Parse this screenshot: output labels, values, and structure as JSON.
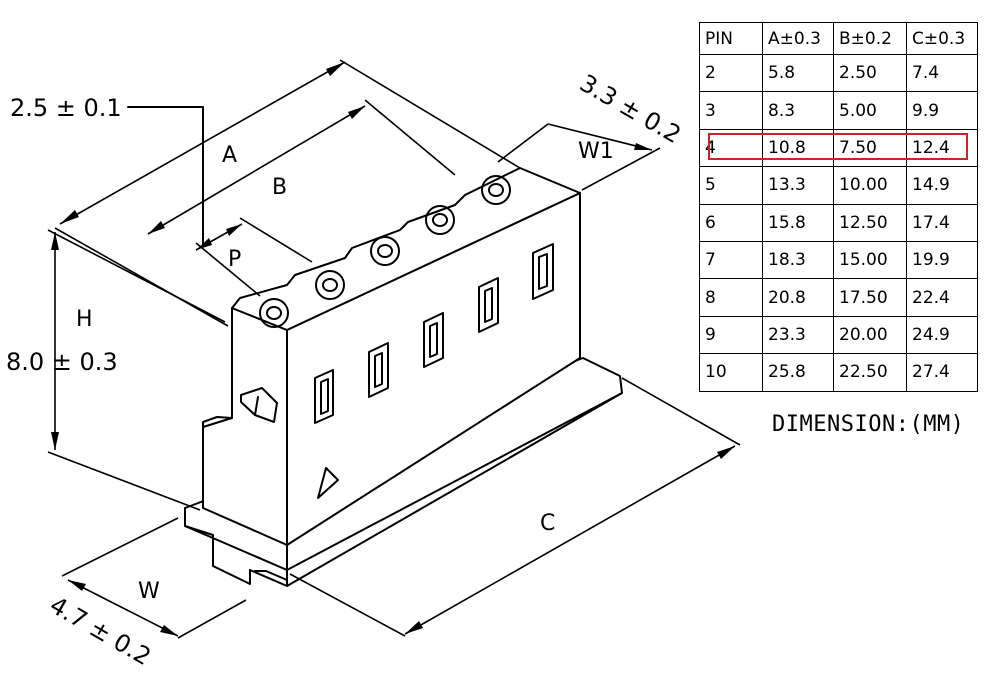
{
  "drawing": {
    "labels": {
      "A": "A",
      "B": "B",
      "P": "P",
      "H": "H",
      "W": "W",
      "W1": "W1",
      "C": "C",
      "pitch": "2.5 ± 0.1",
      "height": "8.0 ± 0.3",
      "width": "4.7 ± 0.2",
      "top_width": "3.3 ± 0.2"
    }
  },
  "table": {
    "headers": [
      "PIN",
      "A±0.3",
      "B±0.2",
      "C±0.3"
    ],
    "rows": [
      [
        "2",
        "5.8",
        "2.50",
        "7.4"
      ],
      [
        "3",
        "8.3",
        "5.00",
        "9.9"
      ],
      [
        "4",
        "10.8",
        "7.50",
        "12.4"
      ],
      [
        "5",
        "13.3",
        "10.00",
        "14.9"
      ],
      [
        "6",
        "15.8",
        "12.50",
        "17.4"
      ],
      [
        "7",
        "18.3",
        "15.00",
        "19.9"
      ],
      [
        "8",
        "20.8",
        "17.50",
        "22.4"
      ],
      [
        "9",
        "23.3",
        "20.00",
        "24.9"
      ],
      [
        "10",
        "25.8",
        "22.50",
        "27.4"
      ]
    ],
    "highlighted_row_pin": "4",
    "highlight_color": "#d0202a"
  },
  "unit_note": "DIMENSION:(MM)"
}
